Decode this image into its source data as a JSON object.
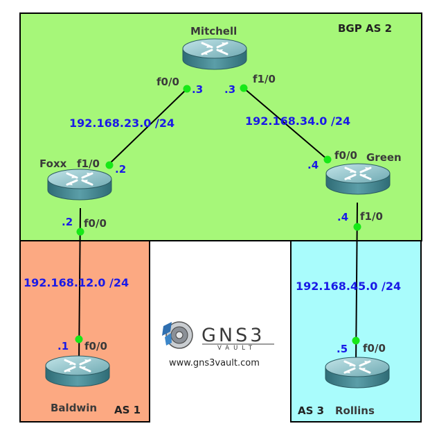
{
  "areas": {
    "bgp": {
      "label": "BGP AS 2",
      "color": "#a6f779"
    },
    "as1": {
      "label": "AS 1",
      "color": "#fca982"
    },
    "as3": {
      "label": "AS 3",
      "color": "#a9fcfc"
    }
  },
  "routers": {
    "mitchell": "Mitchell",
    "foxx": "Foxx",
    "green": "Green",
    "baldwin": "Baldwin",
    "rollins": "Rollins"
  },
  "networks": {
    "n23": "192.168.23.0 /24",
    "n34": "192.168.34.0 /24",
    "n12": "192.168.12.0 /24",
    "n45": "192.168.45.0 /24"
  },
  "interfaces": {
    "mitchell_f00": "f0/0",
    "mitchell_f10": "f1/0",
    "foxx_f10": "f1/0",
    "foxx_f00": "f0/0",
    "green_f00": "f0/0",
    "green_f10": "f1/0",
    "baldwin_f00": "f0/0",
    "rollins_f00": "f0/0"
  },
  "octets": {
    "mitchell_left": ".3",
    "mitchell_right": ".3",
    "foxx_top": ".2",
    "foxx_bottom": ".2",
    "green_top": ".4",
    "green_bottom": ".4",
    "baldwin": ".1",
    "rollins": ".5"
  },
  "logo": {
    "name": "GNS3",
    "sub": "VAULT",
    "url": "www.gns3vault.com"
  },
  "colors": {
    "port_dot": "#17e817",
    "router_body": "#4b8f9a",
    "router_top": "#8cc8cf",
    "network_text": "#1a1ae6"
  }
}
